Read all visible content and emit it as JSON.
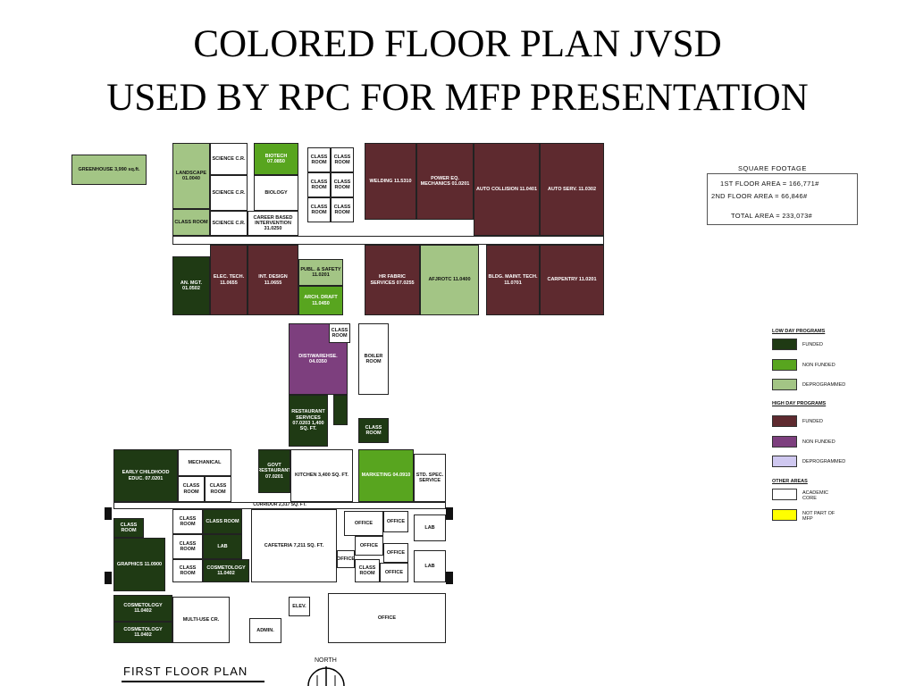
{
  "title": {
    "line1": "COLORED FLOOR PLAN JVSD",
    "line2": "USED BY RPC FOR MFP PRESENTATION"
  },
  "square_footage": {
    "heading": "SQUARE FOOTAGE",
    "first_floor": "1ST FLOOR AREA = 166,771#",
    "second_floor": "2ND FLOOR AREA = 66,846#",
    "total": "TOTAL AREA = 233,073#"
  },
  "legend": {
    "low_day_heading": "LOW DAY PROGRAMS",
    "low_day": [
      {
        "label": "FUNDED",
        "color": "#1f3a14"
      },
      {
        "label": "NON FUNDED",
        "color": "#58a51f"
      },
      {
        "label": "DEPROGRAMMED",
        "color": "#a3c585"
      }
    ],
    "high_day_heading": "HIGH DAY PROGRAMS",
    "high_day": [
      {
        "label": "FUNDED",
        "color": "#5e2a2f"
      },
      {
        "label": "NON FUNDED",
        "color": "#7d3f7e"
      },
      {
        "label": "DEPROGRAMMED",
        "color": "#cfc8f0"
      }
    ],
    "other_heading": "OTHER AREAS",
    "other": [
      {
        "label": "ACADEMIC CORE",
        "color": "#ffffff"
      },
      {
        "label": "NOT PART OF MFP",
        "color": "#ffff00"
      }
    ]
  },
  "rooms": {
    "greenhouse": "GREENHOUSE 3,990 sq.ft.",
    "landscape": "LANDSCAPE 01.0040",
    "class_room_ls": "CLASS ROOM",
    "science_cr1": "SCIENCE C.R.",
    "science_cr2": "SCIENCE C.R.",
    "science_cr3": "SCIENCE C.R.",
    "biotech": "BIOTECH 07.0850",
    "biology": "BIOLOGY",
    "career_based": "CAREER BASED INTERVENTION 31.0250",
    "class_room_a1": "CLASS ROOM",
    "class_room_a2": "CLASS ROOM",
    "class_room_a3": "CLASS ROOM",
    "class_room_a4": "CLASS ROOM",
    "class_room_a5": "CLASS ROOM",
    "class_room_a6": "CLASS ROOM",
    "welding": "WELDING 11.5310",
    "power_eq": "POWER EQ. MECHANICS 01.0201",
    "auto_collision": "AUTO COLLISION 11.0401",
    "auto_serv": "AUTO SERV. 11.0302",
    "an_mgt": "AN. MGT. 01.0502",
    "elec_tech": "ELEC. TECH. 11.0655",
    "int_design": "INT. DESIGN 11.0655",
    "public_safety": "PUBL. & SAFETY 11.0201",
    "arch_draft": "ARCH. DRAFT 11.0450",
    "hr_fabric": "HR FABRIC SERVICES 07.0255",
    "afjrotc": "AFJROTC 11.0400",
    "bldg_maint": "BLDG. MAINT. TECH. 11.0701",
    "carpentry": "CARPENTRY 11.0201",
    "dist_warehse": "DIST/WAREHSE. 04.0350",
    "class_room_mid": "CLASS ROOM",
    "boiler_room": "BOILER ROOM",
    "restaurant": "RESTAURANT SERVICES 07.0203 1,400 SQ. FT.",
    "class_room_r": "CLASS ROOM",
    "early_childhood": "EARLY CHILDHOOD EDUC. 07.0201",
    "mechanical": "MECHANICAL",
    "class_room_b1": "CLASS ROOM",
    "class_room_b2": "CLASS ROOM",
    "govt_restaurant": "GOVT RESTAURANT 07.0201",
    "kitchen": "KITCHEN 3,400 SQ. FT.",
    "marketing": "MARKETING 04.0910",
    "std_spec": "STD. SPEC. SERVICE",
    "corridor": "CORRIDOR 2,317 SQ. FT.",
    "class_room_c1": "CLASS ROOM",
    "class_room_c2": "CLASS ROOM",
    "class_room_c3": "CLASS ROOM",
    "class_room_c4": "CLASS ROOM",
    "class_room_c5": "CLASS ROOM",
    "lab1": "LAB",
    "graphics": "GRAPHICS 11.0900",
    "cosmetology1": "COSMETOLOGY 11.0402",
    "cafeteria": "CAFETERIA 7,211 SQ. FT.",
    "office1": "OFFICE",
    "office2": "OFFICE",
    "office3": "OFFICE",
    "office4": "OFFICE",
    "office5": "OFFICE",
    "office6": "OFFICE",
    "office_big": "OFFICE",
    "lab2": "LAB",
    "lab3": "LAB",
    "cosmetology2": "COSMETOLOGY 11.0402",
    "cosmetology3": "COSMETOLOGY 11.0402",
    "multi_use": "MULTI-USE CR.",
    "admin": "ADMIN.",
    "elev": "ELEV.",
    "fire_north": "NORTH"
  },
  "footer": {
    "plan_label": "FIRST FLOOR PLAN"
  }
}
